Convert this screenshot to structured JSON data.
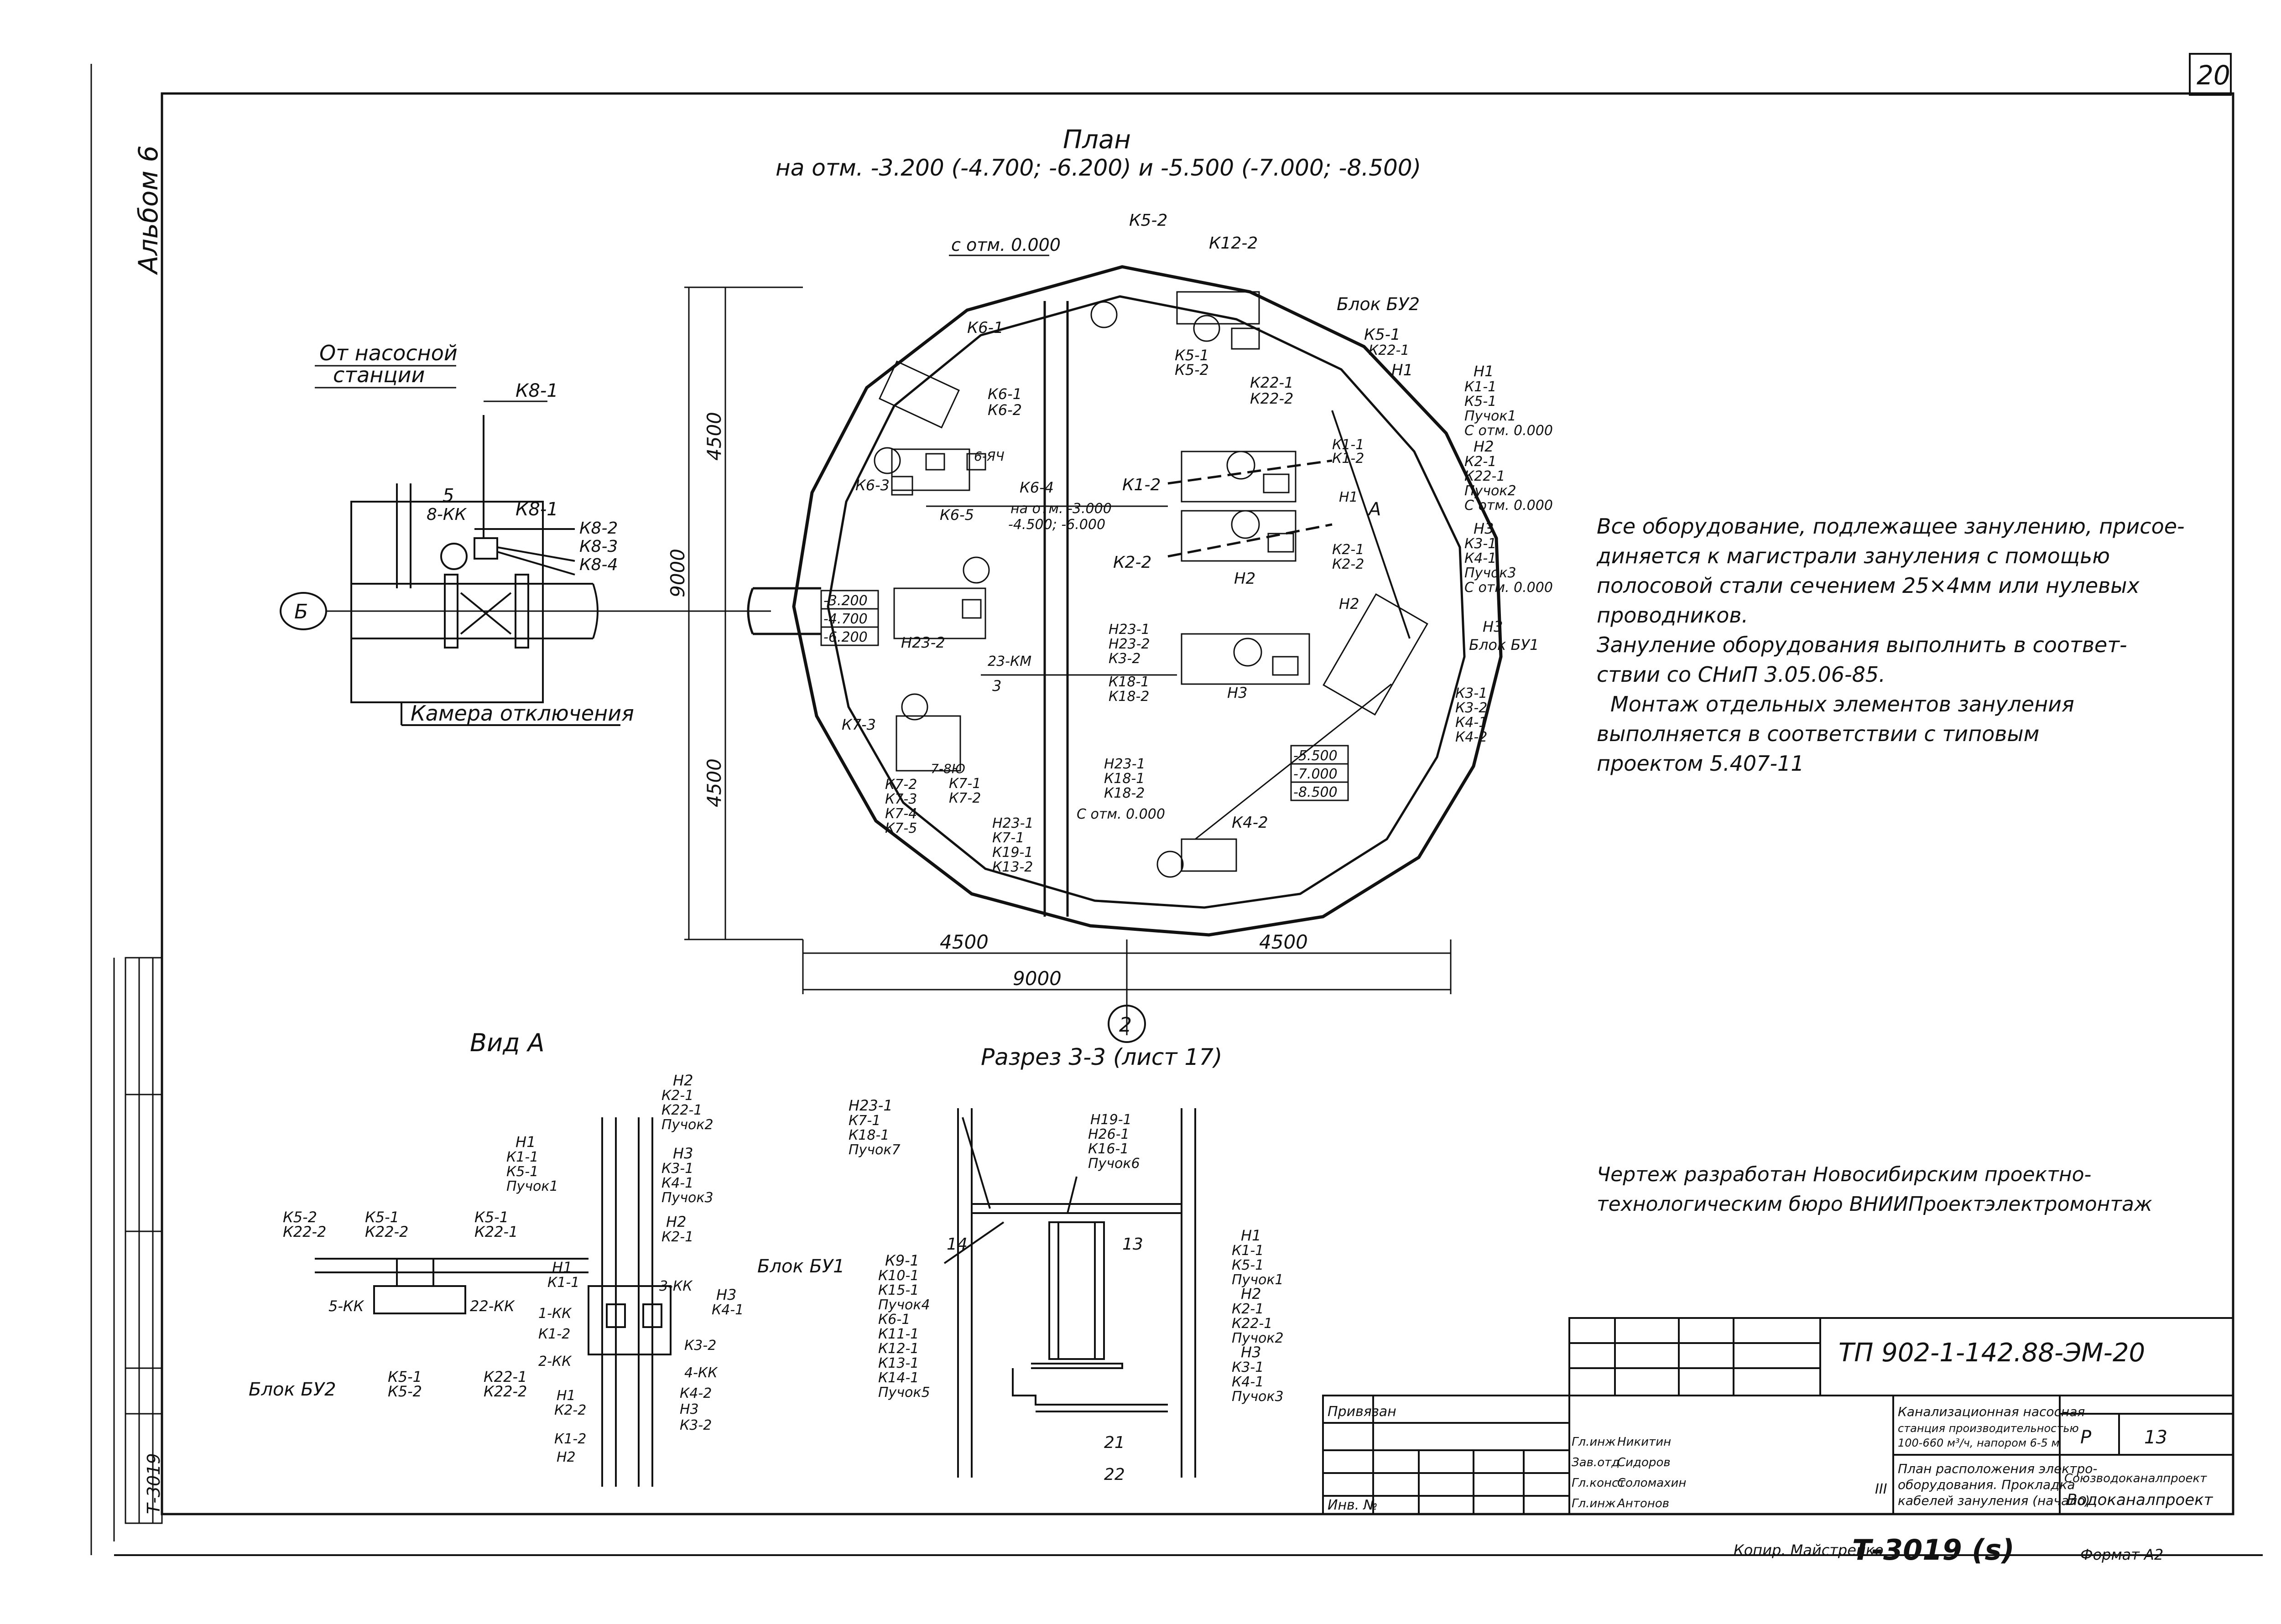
{
  "sheet": {
    "number": "20",
    "album": "Альбом 6",
    "archive_no": "Т-3019"
  },
  "plan": {
    "title": "План",
    "subtitle": "на отм. -3.200 (-4.700; -6.200) и -5.500 (-7.000; -8.500)",
    "from_station": [
      "От насосной",
      "станции"
    ],
    "chamber": "Камера отключения",
    "axis_b": "Б",
    "axis_2": "2",
    "from_elev": "с отм. 0.000",
    "block_bu2": "Блок БУ2",
    "block_bu1": "Блок БУ1",
    "point_a": "А",
    "dims": {
      "d4500a": "4500",
      "d9000": "9000",
      "d4500b": "4500",
      "h4500a": "4500",
      "h9000": "9000",
      "h4500b": "4500"
    },
    "elevations_left": [
      "-3.200",
      "-4.700",
      "-6.200"
    ],
    "elevations_right": [
      "-5.500",
      "-7.000",
      "-8.500"
    ],
    "stair_elev": [
      "на отм. -3.000",
      "-4.500; -6.000"
    ],
    "labels": {
      "k5_2": "К5-2",
      "k12_2": "К12-2",
      "k6_1": "К6-1",
      "k6_1b": "К6-1",
      "k6_2": "К6-2",
      "k6_3": "К6-3",
      "k6_4": "К6-4",
      "k6_5": "К6-5",
      "k8_1": "К8-1",
      "k8_1b": "К8-1",
      "k8_2": "К8-2",
      "k8_3": "К8-3",
      "k8_4": "К8-4",
      "bkk8": "8-КК",
      "five": "5",
      "k5_1": "К5-1",
      "k5_2b": "К5-2",
      "k22_1": "К22-1",
      "k22_2": "К22-2",
      "k5_1b": "К5-1",
      "k22_1b": "К22-1",
      "h1": "Н1",
      "h1b": "Н1",
      "k1_1": "К1-1",
      "k5_1c": "К5-1",
      "puchok1": "Пучок1",
      "s0": "С отм. 0.000",
      "h2": "Н2",
      "k2_1": "К2-1",
      "k22_1c": "К22-1",
      "puchok2": "Пучок2",
      "s0b": "С отм. 0.000",
      "h3": "Н3",
      "k3_1": "К3-1",
      "k4_1": "К4-1",
      "puchok3": "Пучок3",
      "s0c": "С отм. 0.000",
      "h3b": "Н3",
      "k1_1b": "К1-1",
      "k1_2": "К1-2",
      "k1_2b": "К1-2",
      "h1c": "Н1",
      "k2_2": "К2-2",
      "k2_1b": "К2-1",
      "k2_2b": "К2-2",
      "h2b": "Н2",
      "h2c": "Н2",
      "k3_1b": "К3-1",
      "k3_2": "К3-2",
      "k4_1b": "К4-1",
      "k4_2": "К4-2",
      "k4_2b": "К4-2",
      "h23_1": "Н23-1",
      "h23_2": "Н23-2",
      "k3_2b": "К3-2",
      "h23_2b": "Н23-2",
      "k18_1": "К18-1",
      "k18_2": "К18-2",
      "km23": "23-КМ",
      "h3c": "Н3",
      "k7_3": "К7-3",
      "k7_2": "К7-2",
      "k7_3b": "К7-3",
      "k7_4": "К7-4",
      "k7_5": "К7-5",
      "k7_1": "К7-1",
      "k7_2b": "К7-2",
      "h23_1b": "Н23-1",
      "k18_1b": "К18-1",
      "k18_2b": "К18-2",
      "h23_1c": "Н23-1",
      "k7_1b": "К7-1",
      "k19_1": "К19-1",
      "k13_2": "К13-2",
      "s0d": "С отм. 0.000",
      "y7_8": "7-8Ю",
      "y6": "6-ЯЧ",
      "e3": "3"
    }
  },
  "notes": [
    "Все оборудование, подлежащее занулению, присое-",
    "диняется к магистрали зануления с помощью",
    "полосовой стали сечением 25×4мм или нулевых",
    "проводников.",
    "Зануление оборудования выполнить в соответ-",
    "ствии со СНиП 3.05.06-85.",
    "Монтаж отдельных элементов зануления",
    "выполняется в соответствии с типовым",
    "проектом 5.407-11"
  ],
  "developer": [
    "Чертеж разработан Новосибирским проектно-",
    "технологическим бюро ВНИИПроектэлектромонтаж"
  ],
  "view_a": {
    "title": "Вид А",
    "block_bu2": "Блок БУ2",
    "block_bu1": "Блок БУ1",
    "groups": {
      "g1": [
        "К5-2",
        "К22-2"
      ],
      "g2": [
        "К5-1",
        "К22-2"
      ],
      "g3": [
        "К5-1",
        "К22-1"
      ],
      "g4": [
        "Н1",
        "К1-1",
        "К5-1",
        "Пучок1"
      ],
      "g5": [
        "Н2",
        "К2-1",
        "К22-1",
        "Пучок2"
      ],
      "g6": [
        "Н3",
        "К3-1",
        "К4-1",
        "Пучок3"
      ],
      "g7": [
        "Н2",
        "К2-1"
      ],
      "g8": [
        "Н1",
        "К1-1"
      ],
      "g9": [
        "Н3",
        "К4-1"
      ],
      "g10": [
        "К5-1",
        "К5-2"
      ],
      "g11": [
        "К22-1",
        "К22-2"
      ],
      "g12": [
        "Н1",
        "К2-2",
        "К1-2",
        "Н2"
      ],
      "g13": [
        "К3-2",
        "4-КК",
        "К4-2",
        "Н3",
        "К3-2"
      ]
    },
    "tags": {
      "kk5": "5-КК",
      "kk22": "22-КК",
      "kk1": "1-КК",
      "kk2": "2-КК",
      "kk3": "3-КК",
      "k1_2": "К1-2"
    }
  },
  "section": {
    "title": "Разрез 3-3 (лист 17)",
    "g_left_top": [
      "Н23-1",
      "К7-1",
      "К18-1",
      "Пучок7"
    ],
    "g_top": [
      "Н19-1",
      "Н26-1",
      "К16-1",
      "Пучок6"
    ],
    "g_left": [
      "К9-1",
      "К10-1",
      "К15-1",
      "Пучок4",
      "К6-1",
      "К11-1",
      "К12-1",
      "К13-1",
      "К14-1",
      "Пучок5"
    ],
    "g_right": [
      "Н1",
      "К1-1",
      "К5-1",
      "Пучок1",
      "Н2",
      "К2-1",
      "К22-1",
      "Пучок2",
      "Н3",
      "К3-1",
      "К4-1",
      "Пучок3"
    ],
    "pos": {
      "p14": "14",
      "p13": "13",
      "p21": "21",
      "p22": "22"
    }
  },
  "title_block": {
    "code": "ТП 902-1-142.88-ЭМ-20",
    "bound": "Привязан",
    "inv": "Инв. №",
    "roles": [
      "Гл.инж",
      "Зав.отд",
      "Гл.конст",
      "Гл.инж"
    ],
    "names": [
      "Никитин",
      "Сидоров",
      "Соломахин",
      "Антонов"
    ],
    "name_desc": [
      "Канализационная насосная",
      "станция производительностью",
      "100-660 м³/ч, напором 6-5 м"
    ],
    "sheet_desc": [
      "План расположения электро-",
      "оборудования. Прокладка",
      "кабелей зануления (начало)"
    ],
    "stage": "Р",
    "sheet_no": "13",
    "org": [
      "Союзводоканалпроект",
      "Водоканалпроект"
    ],
    "date": "III",
    "copied": "Копир. Майстренко",
    "archive": "Т-3019 (s)",
    "format": "Формат А2"
  },
  "side_stamp": {
    "archive": "Т-3019"
  }
}
